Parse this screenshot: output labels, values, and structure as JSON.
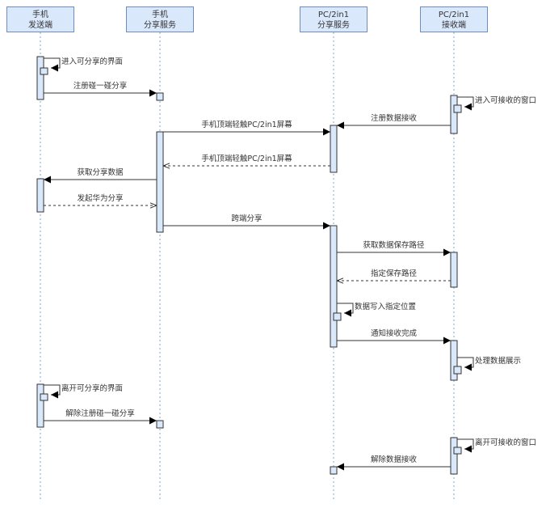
{
  "colors": {
    "header_fill": "#dae8fc",
    "header_stroke": "#6c8ebf",
    "lifeline": "#7fa6d6",
    "activation_fill": "#dae8fc",
    "activation_stroke": "#333333",
    "arrow": "#333333"
  },
  "participants": [
    {
      "id": "p1",
      "line1": "手机",
      "line2": "发送端"
    },
    {
      "id": "p2",
      "line1": "手机",
      "line2": "分享服务"
    },
    {
      "id": "p3",
      "line1": "PC/2in1",
      "line2": "分享服务"
    },
    {
      "id": "p4",
      "line1": "PC/2in1",
      "line2": "接收端"
    }
  ],
  "messages": [
    {
      "from": "p1",
      "to": "p1",
      "type": "self",
      "label": "进入可分享的界面"
    },
    {
      "from": "p1",
      "to": "p2",
      "type": "sync",
      "label": "注册碰一碰分享"
    },
    {
      "from": "p4",
      "to": "p4",
      "type": "self",
      "label": "进入可接收的窗口"
    },
    {
      "from": "p4",
      "to": "p3",
      "type": "sync",
      "label": "注册数据接收"
    },
    {
      "from": "p2",
      "to": "p3",
      "type": "sync",
      "label": "手机顶端轻触PC/2in1屏幕"
    },
    {
      "from": "p3",
      "to": "p2",
      "type": "return",
      "label": "手机顶端轻触PC/2in1屏幕"
    },
    {
      "from": "p2",
      "to": "p1",
      "type": "sync",
      "label": "获取分享数据"
    },
    {
      "from": "p1",
      "to": "p2",
      "type": "return",
      "label": "发起华为分享"
    },
    {
      "from": "p2",
      "to": "p3",
      "type": "sync",
      "label": "跨端分享"
    },
    {
      "from": "p3",
      "to": "p4",
      "type": "sync",
      "label": "获取数据保存路径"
    },
    {
      "from": "p4",
      "to": "p3",
      "type": "return",
      "label": "指定保存路径"
    },
    {
      "from": "p3",
      "to": "p3",
      "type": "self",
      "label": "数据写入指定位置"
    },
    {
      "from": "p3",
      "to": "p4",
      "type": "sync",
      "label": "通知接收完成"
    },
    {
      "from": "p4",
      "to": "p4",
      "type": "self",
      "label": "处理数据展示"
    },
    {
      "from": "p1",
      "to": "p1",
      "type": "self",
      "label": "离开可分享的界面"
    },
    {
      "from": "p1",
      "to": "p2",
      "type": "sync",
      "label": "解除注册碰一碰分享"
    },
    {
      "from": "p4",
      "to": "p4",
      "type": "self",
      "label": "离开可接收的窗口"
    },
    {
      "from": "p4",
      "to": "p3",
      "type": "sync",
      "label": "解除数据接收"
    }
  ]
}
